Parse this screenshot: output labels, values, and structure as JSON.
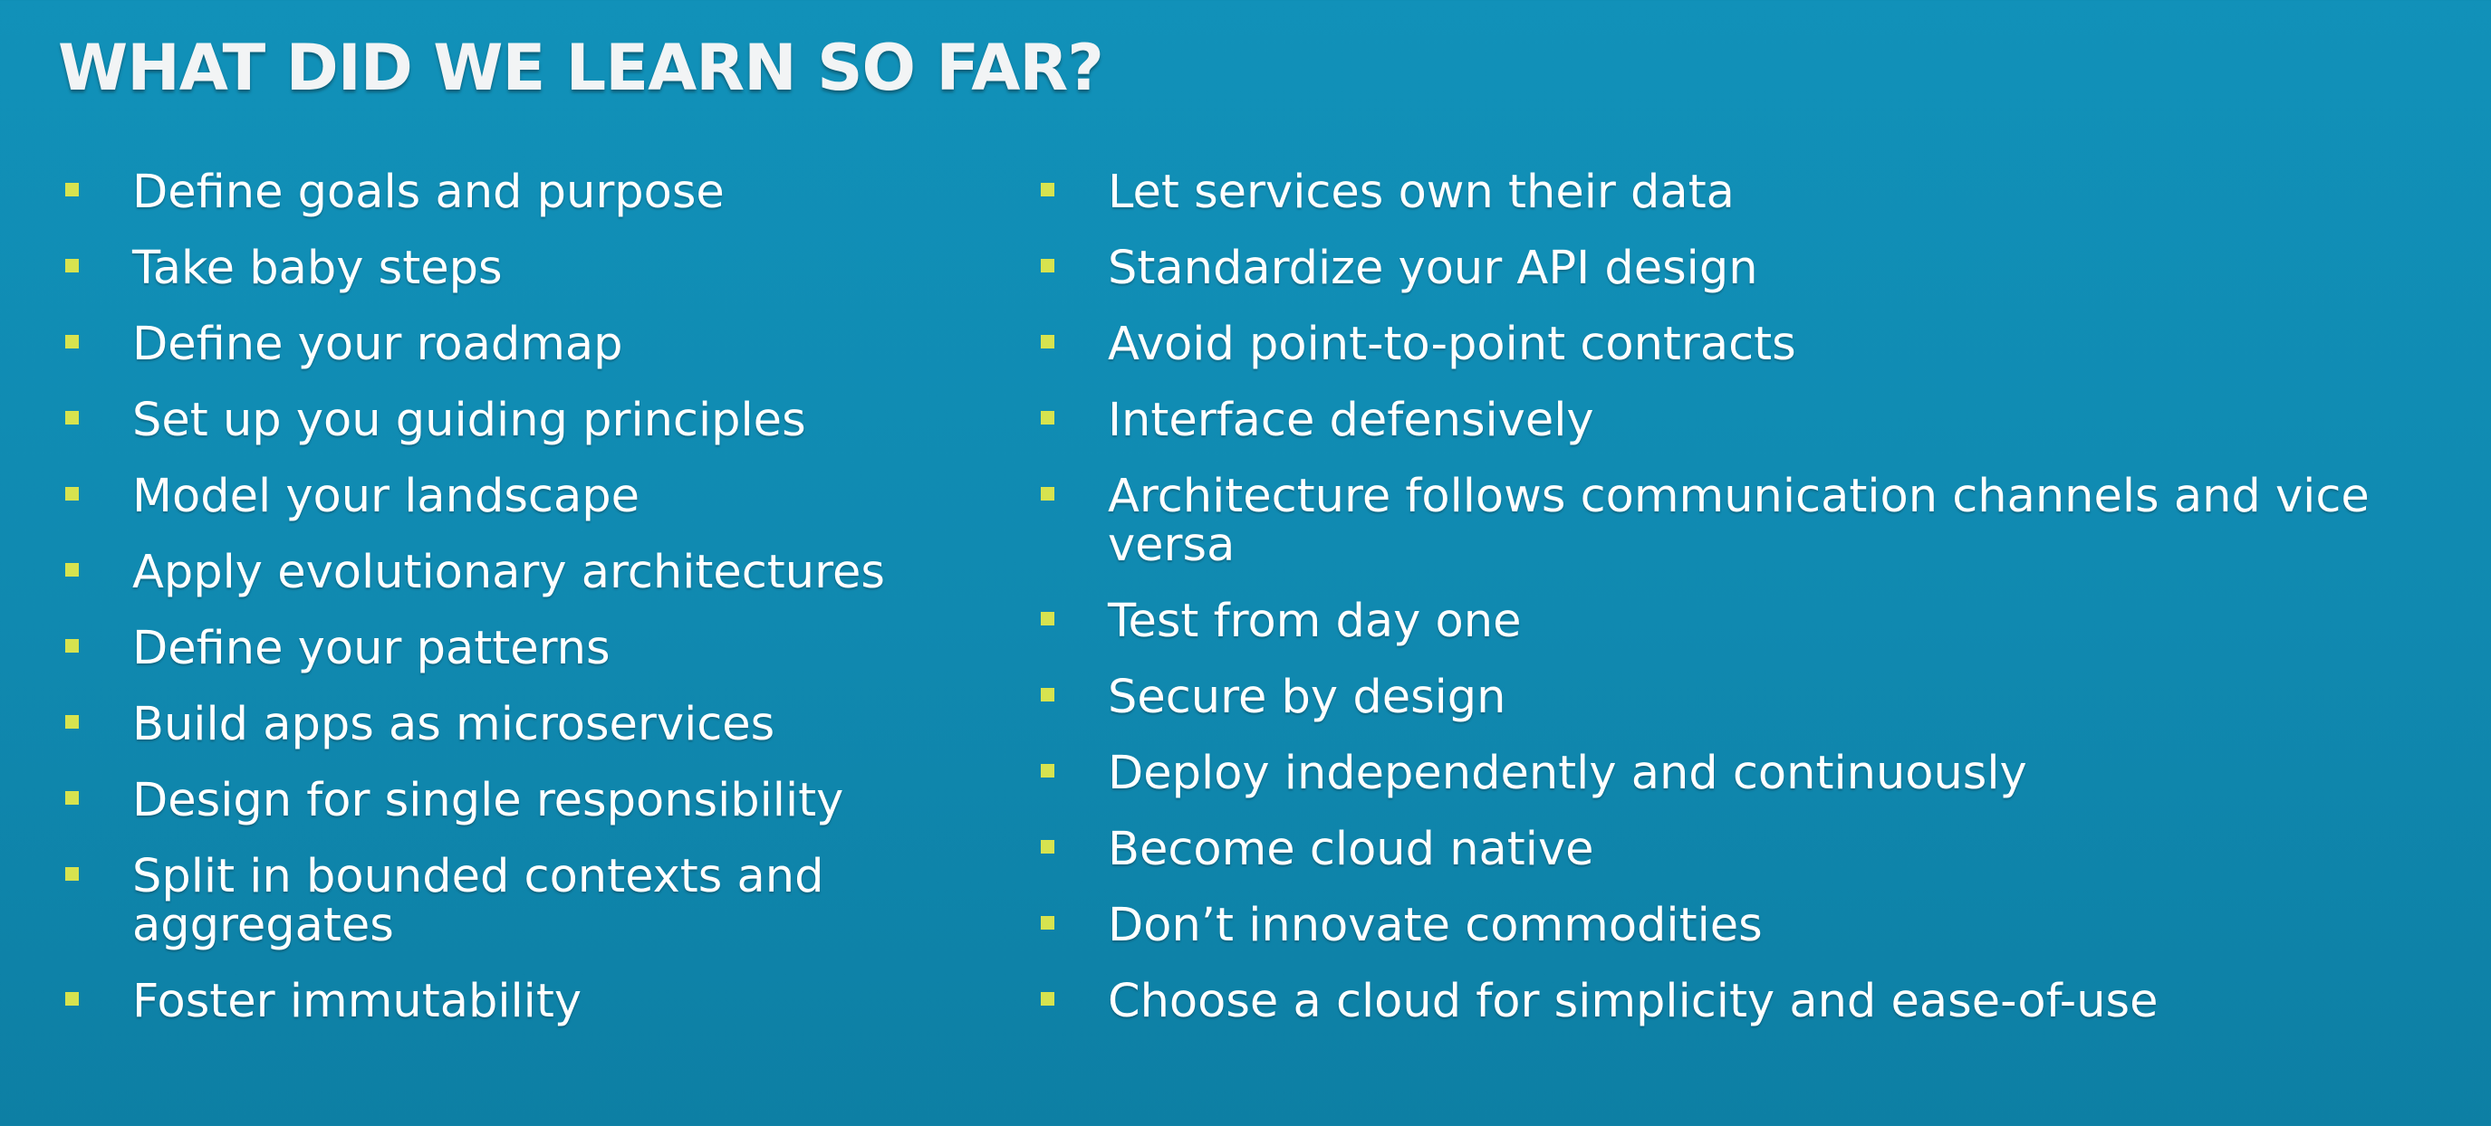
{
  "title": "WHAT DID WE LEARN SO FAR?",
  "colors": {
    "background": "#1191b9",
    "bullet": "#d7e34f",
    "text": "#ffffff"
  },
  "left_items": [
    "Define goals and purpose",
    "Take baby steps",
    "Define your roadmap",
    "Set up you guiding principles",
    "Model your landscape",
    "Apply evolutionary architectures",
    "Define your patterns",
    "Build apps as microservices",
    "Design for single responsibility",
    "Split in bounded contexts and aggregates",
    "Foster immutability"
  ],
  "right_items": [
    "Let services own their data",
    "Standardize your API design",
    "Avoid point-to-point contracts",
    "Interface defensively",
    "Architecture follows communication channels and vice versa",
    "Test from day one",
    "Secure by design",
    "Deploy independently and continuously",
    "Become cloud native",
    "Don’t innovate commodities",
    "Choose a cloud for simplicity and ease-of-use"
  ]
}
